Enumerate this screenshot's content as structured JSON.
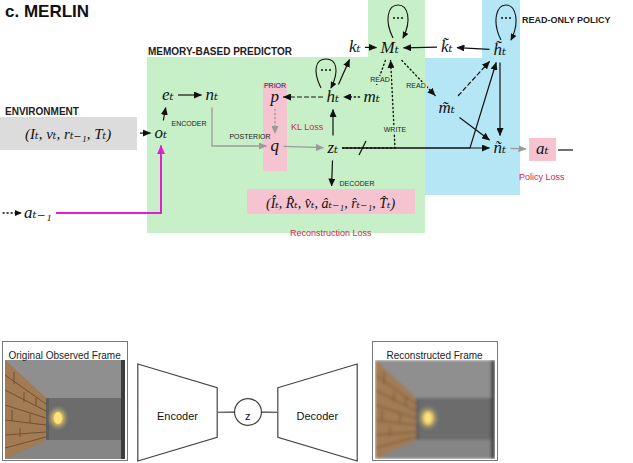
{
  "diagram": {
    "title": "c. MERLIN",
    "nodes": [
      {
        "text": [
          "MEMORY-BASED PREDICTOR"
        ]
      },
      {
        "text": [
          "READ-ONLY POLICY"
        ]
      },
      {
        "text": [
          "ENVIRONMENT",
          "(Iₜ, vₜ, rₜ₋₁, Tₜ)"
        ]
      },
      {
        "text": [
          "oₜ"
        ],
        "in": 0
      },
      {
        "text": [
          "eₜ"
        ],
        "in": 0
      },
      {
        "text": [
          "nₜ"
        ],
        "in": 0
      },
      {
        "text": [
          "KL Loss"
        ],
        "in": 0
      },
      {
        "text": [
          "p"
        ],
        "in": 6
      },
      {
        "text": [
          "q"
        ],
        "in": 6
      },
      {
        "text": [
          "hₜ"
        ],
        "in": 0
      },
      {
        "text": [
          "mₜ"
        ],
        "in": 0
      },
      {
        "text": [
          "zₜ"
        ],
        "in": 0
      },
      {
        "text": [
          "kₜ"
        ],
        "in": 0
      },
      {
        "text": [
          "Mₜ"
        ],
        "in": 0
      },
      {
        "text": [
          "(Îₜ, R̂ₜ, v̂ₜ, âₜ₋₁, r̂ₜ₋₁, T̂ₜ)",
          "Reconstruction Loss"
        ],
        "in": 0
      },
      {
        "text": [
          "k̃ₜ"
        ],
        "in": 1
      },
      {
        "text": [
          "h̃ₜ"
        ],
        "in": 1
      },
      {
        "text": [
          "m̃ₜ"
        ],
        "in": 1
      },
      {
        "text": [
          "ñₜ"
        ],
        "in": 1
      },
      {
        "text": [
          "aₜ",
          "Policy Loss"
        ]
      },
      {
        "text": [
          "aₜ₋₁"
        ]
      },
      {
        "text": [
          "Original Observed Frame"
        ]
      },
      {
        "text": [
          "Encoder"
        ]
      },
      {
        "text": [
          "z"
        ]
      },
      {
        "text": [
          "Decoder"
        ]
      },
      {
        "text": [
          "Reconstructed Frame"
        ]
      }
    ],
    "edges": [
      {
        "from": 2,
        "to": 3,
        "arrow": "to"
      },
      {
        "from": 20,
        "to": 3,
        "arrow": "to"
      },
      {
        "from": 3,
        "to": 4,
        "arrow": "to"
      },
      {
        "from": 4,
        "to": 5,
        "arrow": "to"
      },
      {
        "from": 5,
        "to": 8,
        "arrow": "to"
      },
      {
        "from": 7,
        "to": 8,
        "arrow": "to"
      },
      {
        "from": 9,
        "to": 7,
        "arrow": "to"
      },
      {
        "from": 8,
        "to": 11,
        "arrow": "to"
      },
      {
        "from": 11,
        "to": 9,
        "arrow": "to"
      },
      {
        "from": 9,
        "to": 12,
        "arrow": "to"
      },
      {
        "from": 12,
        "to": 13,
        "arrow": "to"
      },
      {
        "from": 13,
        "to": 10,
        "label": "READ",
        "arrow": "to"
      },
      {
        "from": 10,
        "to": 9,
        "arrow": "to"
      },
      {
        "from": 11,
        "to": 13,
        "label": "WRITE",
        "arrow": "to"
      },
      {
        "from": 11,
        "to": 14,
        "arrow": "to"
      },
      {
        "from": 11,
        "to": 18,
        "arrow": "to"
      },
      {
        "from": 11,
        "to": 16,
        "arrow": "to"
      },
      {
        "from": 15,
        "to": 13,
        "arrow": "to"
      },
      {
        "from": 16,
        "to": 15,
        "arrow": "to"
      },
      {
        "from": 13,
        "to": 17,
        "label": "READ",
        "arrow": "to"
      },
      {
        "from": 17,
        "to": 16,
        "arrow": "to"
      },
      {
        "from": 17,
        "to": 18,
        "arrow": "to"
      },
      {
        "from": 16,
        "to": 18,
        "arrow": "to"
      },
      {
        "from": 18,
        "to": 19,
        "arrow": "to"
      },
      {
        "from": 22,
        "to": 23,
        "arrow": "none"
      },
      {
        "from": 23,
        "to": 24,
        "arrow": "none"
      }
    ],
    "labels": [
      "PRIOR",
      "POSTERIOR",
      "ENCODER",
      "DECODER"
    ]
  }
}
